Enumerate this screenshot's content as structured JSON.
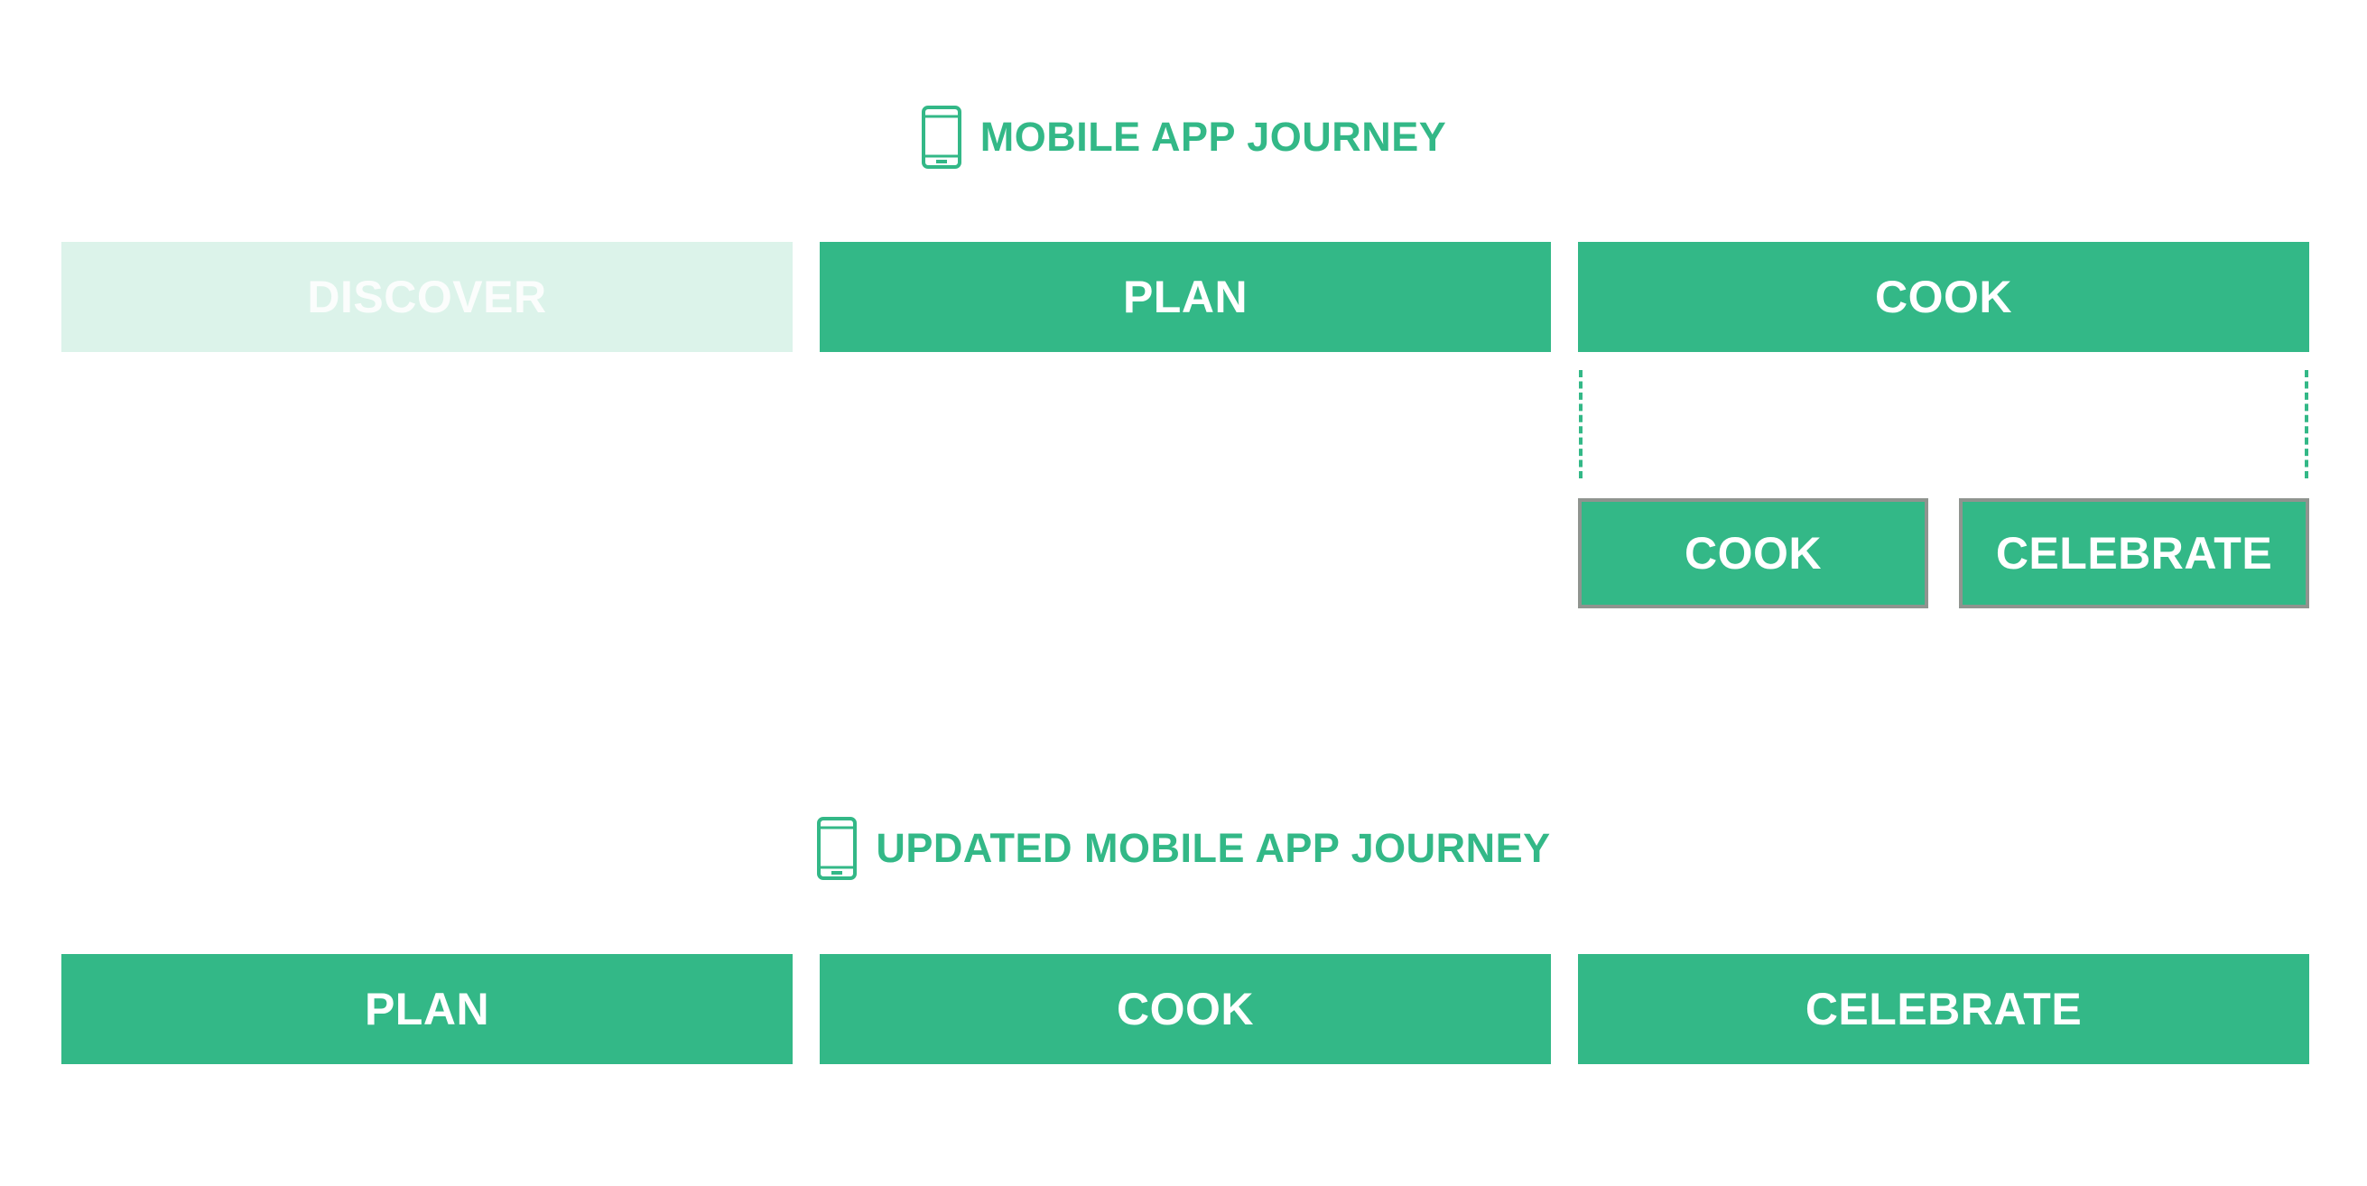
{
  "colors": {
    "primary": "#33b887",
    "faded": "#dcf3ea",
    "outline": "#8f948f",
    "label": "#ffffff"
  },
  "journey": {
    "title": "MOBILE APP JOURNEY",
    "icon": "mobile-phone-icon",
    "stages": [
      {
        "label": "DISCOVER",
        "state": "faded"
      },
      {
        "label": "PLAN",
        "state": "active"
      },
      {
        "label": "COOK",
        "state": "active"
      }
    ],
    "cook_breakdown": {
      "connector": "dashed-bracket",
      "substages": [
        {
          "label": "COOK"
        },
        {
          "label": "CELEBRATE"
        }
      ]
    }
  },
  "updated_journey": {
    "title": "UPDATED MOBILE APP JOURNEY",
    "icon": "mobile-phone-icon",
    "stages": [
      {
        "label": "PLAN"
      },
      {
        "label": "COOK"
      },
      {
        "label": "CELEBRATE"
      }
    ]
  }
}
